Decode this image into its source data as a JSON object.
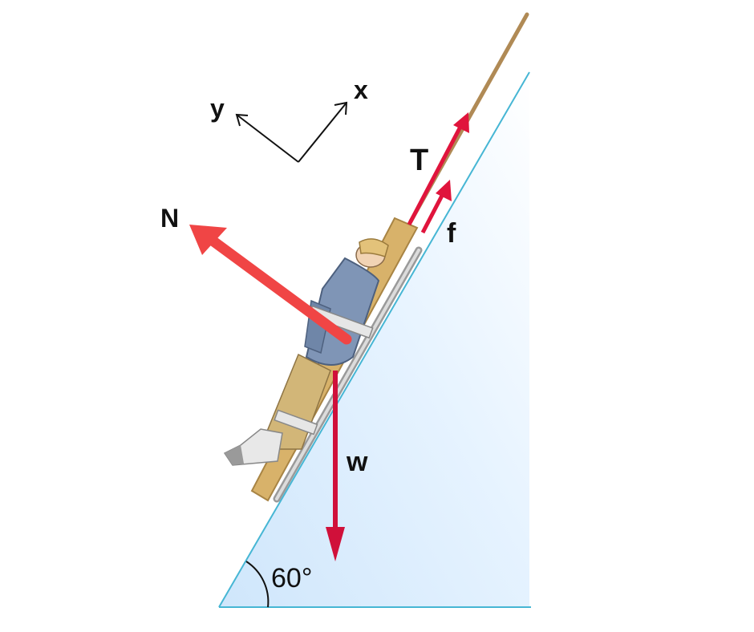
{
  "diagram": {
    "axes": {
      "x_label": "x",
      "y_label": "y"
    },
    "forces": {
      "normal": {
        "label": "N",
        "color": "#f04545"
      },
      "tension": {
        "label": "T",
        "color": "#e0143c"
      },
      "friction": {
        "label": "f",
        "color": "#e0143c"
      },
      "weight": {
        "label": "w",
        "color": "#d0103a"
      }
    },
    "incline": {
      "angle_label": "60°",
      "line_color": "#46b6d4",
      "fill_color": "#dcefff"
    },
    "rope_color": "#b08a55"
  }
}
